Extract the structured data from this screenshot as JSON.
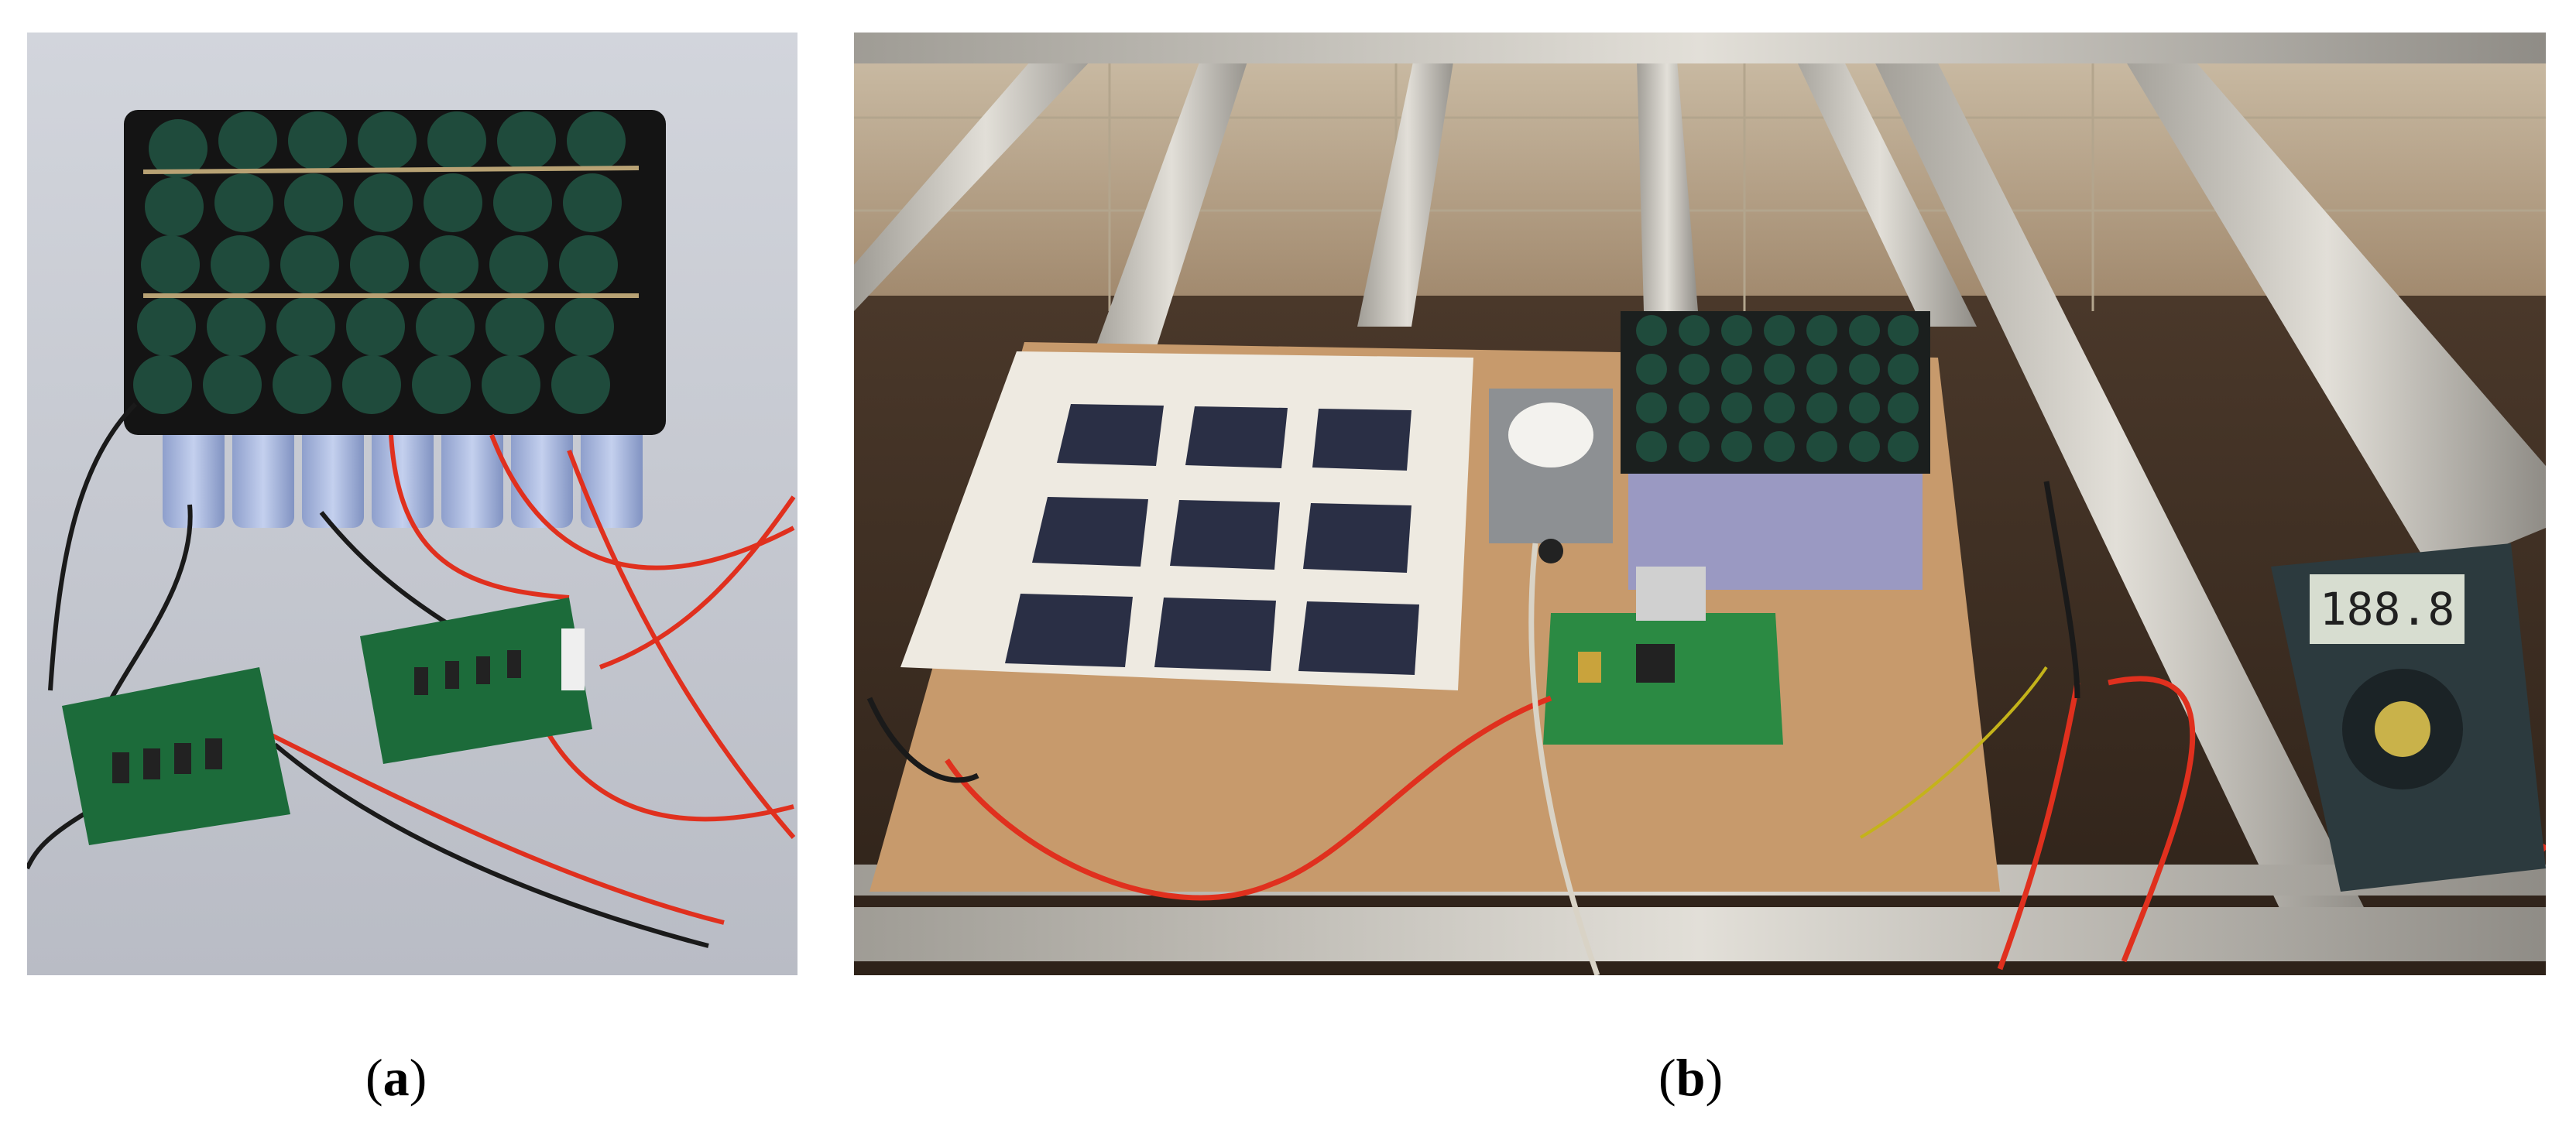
{
  "figure": {
    "panels": [
      {
        "id": "a",
        "caption_open": "(",
        "caption_letter": "a",
        "caption_close": ")",
        "content": "photo-battery-pack-with-bms-boards"
      },
      {
        "id": "b",
        "caption_open": "(",
        "caption_letter": "b",
        "caption_close": ")",
        "content": "photo-test-bench-solar-panel-battery-multimeter"
      }
    ],
    "multimeter_display": "188.8"
  },
  "colors": {
    "background": "#ffffff",
    "battery_cap": "#1f4b3c",
    "battery_body": "#a9b9de",
    "pcb_green": "#1c6b3a",
    "wire_red": "#e0301e",
    "wire_black": "#1a1a1a",
    "aluminium": "#c9c6bf",
    "board_wood": "#c79a6c",
    "solar_cell": "#2a2f45"
  }
}
